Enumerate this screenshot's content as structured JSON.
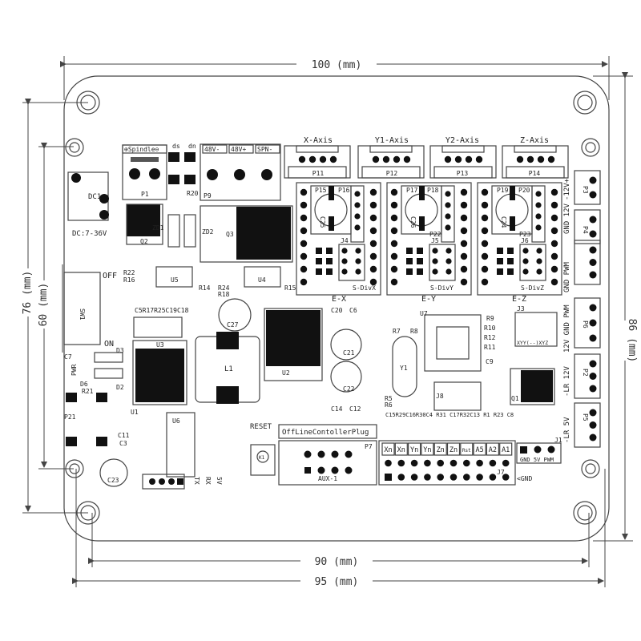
{
  "dimensions": {
    "width_top": "100 (mm)",
    "height_right": "86 (mm)",
    "height_left_outer": "76 (mm)",
    "height_left_inner": "60 (mm)",
    "width_bottom_inner": "90 (mm)",
    "width_bottom_outer": "95 (mm)"
  },
  "axes": {
    "x": "X-Axis",
    "y1": "Y1-Axis",
    "y2": "Y2-Axis",
    "z": "Z-Axis"
  },
  "connectors": {
    "p11": "P11",
    "p12": "P12",
    "p13": "P13",
    "p14": "P14",
    "p1": "P1",
    "p9": "P9",
    "p7": "P7",
    "p21": "P21",
    "p3": "P3",
    "p4": "P4",
    "p6": "P6",
    "p2": "P2",
    "p5": "P5",
    "j3": "J3",
    "j8": "J8",
    "j7": "J7",
    "j1": "J1"
  },
  "power": {
    "spindle": "⊕Spindle⊖",
    "v48m": "48V-",
    "v48p": "48V+",
    "spn": "SPN-",
    "dc1": "DC1",
    "dc_range": "DC:7-36V",
    "off": "OFF",
    "on": "ON",
    "sw1": "SW1"
  },
  "drivers": {
    "ex": "E-X",
    "ey": "E-Y",
    "ez": "E-Z",
    "sdivx": "S-DivX",
    "sdivy": "S-DivY",
    "sdivz": "S-DivZ"
  },
  "side_labels": {
    "p3": "-12V+",
    "p4": "GND 12V",
    "p4b": "GND PWM",
    "p6": "12V GND PWM",
    "p2": "-LR 12V",
    "p5": "-LR 5V"
  },
  "misc": {
    "reset": "RESET",
    "offline": "OffLineContollerPlug",
    "aux": "AUX-1",
    "xyy": "XYY(--)XYZ",
    "j1_pins": "GND 5V PWM",
    "gnd": "<GND",
    "txrx": [
      "TX",
      "RX",
      "5V"
    ]
  },
  "header_pins": [
    "Xn",
    "Xn",
    "Yn",
    "Yn",
    "Zn",
    "Zn",
    "Rst",
    "A5",
    "A2",
    "A1"
  ],
  "resistor_row": "C15R29C16R30C4 R31 C17R32C13 R1 R23 C8",
  "cap_row": "C5R17R25C19C18",
  "parts": {
    "u2": "U2",
    "u3": "U3",
    "u4": "U4",
    "u5": "U5",
    "u6": "U6",
    "u7": "U7",
    "u1": "U1",
    "q1": "Q1",
    "q2": "Q2",
    "q3": "Q3",
    "l1": "L1",
    "y1": "Y1",
    "k1": "K1",
    "c20": "C20",
    "c6": "C6",
    "c21": "C21",
    "c22": "C22",
    "c14": "C14",
    "c12": "C12",
    "c23": "C23",
    "c25": "C25",
    "c26": "C26",
    "c24": "C24",
    "c27": "C27",
    "c11": "C11",
    "c3": "C3",
    "c7": "C7",
    "c9": "C9",
    "d2": "D2",
    "d3": "D3",
    "d6": "D6",
    "zd1": "ZD1",
    "zd2": "ZD2",
    "r7": "R7",
    "r8": "R8",
    "r5": "R5",
    "r6": "R6",
    "r9": "R9",
    "r10": "R10",
    "r12": "R12",
    "r11": "R11",
    "r14": "R14",
    "r15": "R15",
    "r20": "R20",
    "r21": "R21",
    "r22": "R22",
    "r16": "R16",
    "r24": "R24",
    "r18": "R18",
    "p15": "P15",
    "p16": "P16",
    "p17": "P17",
    "p18": "P18",
    "p19": "P19",
    "p20": "P20",
    "p22": "P22",
    "p23": "P23",
    "j4": "J4",
    "j5": "J5",
    "j6": "J6",
    "pwr": "PWR",
    "ds": "ds",
    "dn": "dn"
  }
}
